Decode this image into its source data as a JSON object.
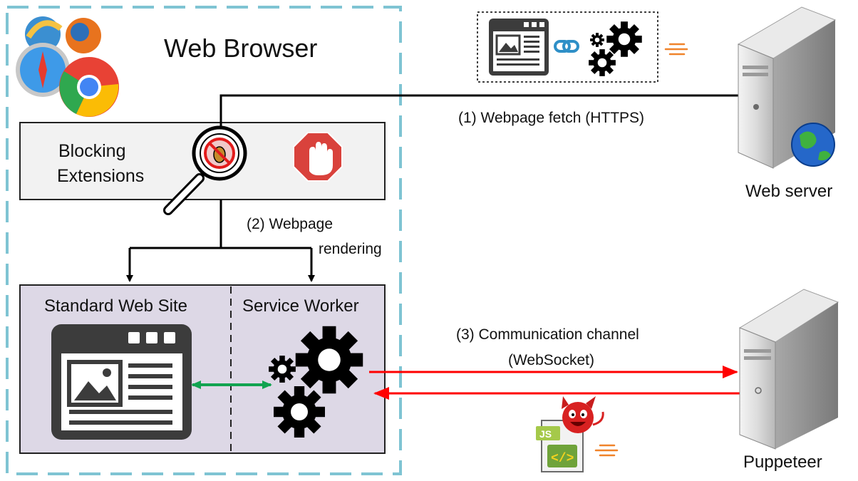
{
  "browser": {
    "title": "Web Browser",
    "extensions_label_line1": "Blocking",
    "extensions_label_line2": "Extensions",
    "site_label": "Standard Web Site",
    "worker_label": "Service Worker"
  },
  "steps": {
    "step1": "(1) Webpage fetch (HTTPS)",
    "step2_line1": "(2) Webpage",
    "step2_line2": "rendering",
    "step3_line1": "(3) Communication channel",
    "step3_line2": "(WebSocket)"
  },
  "nodes": {
    "web_server": "Web server",
    "puppeteer": "Puppeteer"
  },
  "js_badge": "JS",
  "icons": [
    "browser-logos-icon",
    "magnifier-bug-icon",
    "stop-hand-icon",
    "webpage-icon",
    "gears-icon",
    "link-icon",
    "server-globe-icon",
    "server-icon",
    "js-file-icon",
    "devil-icon",
    "speed-lines-icon"
  ],
  "colors": {
    "browser_border": "#7fc4d3",
    "panel_fill": "#ddd8e6",
    "extensions_fill": "#f2f2f2",
    "channel_arrow": "#ff0000",
    "internal_arrow": "#11a350",
    "stop_red": "#d9423c",
    "icon_dark": "#3c3c3c"
  }
}
